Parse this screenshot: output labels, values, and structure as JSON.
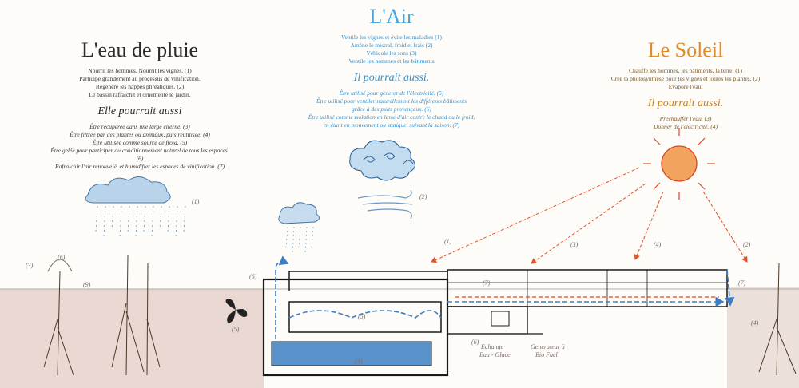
{
  "left": {
    "title": "L'eau de pluie",
    "lines": [
      "Nourrit les hommes. Nourrit les vignes. (1)",
      "Participe grandement au processus de vinification.",
      "Regénère les nappes phréatiques. (2)",
      "Le bassin rafraichit et ornemente le jardin."
    ],
    "subtitle": "Elle pourrait aussi",
    "sublines": [
      "Être récuperee dans une large citerne. (3)",
      "Être filtrée par des plantes ou animaux, puis réutilisée. (4)",
      "Être utilisée comme source de froid. (5)",
      "Être gelée pour participer au conditionnement naturel de tous les espaces. (6)",
      "Rafraichir l'air renouvelé, et humidifier les espaces de vinification. (7)"
    ]
  },
  "middle": {
    "title": "L'Air",
    "lines": [
      "Ventile les vignes et évite les maladies (1)",
      "Amène le mistral, froid et frais (2)",
      "Véhicule les sons (3)",
      "Ventile les hommes et les bâtiments"
    ],
    "subtitle": "Il pourrait aussi.",
    "sublines": [
      "Être utilisé pour generer de l'électricité. (5)",
      "Être utilisé pour ventiler naturellement les différents bâtiments",
      "grâce à des puits provençaux. (6)",
      "Être utilisé comme isolation en lame d'air contre le chaud ou le froid,",
      "en étant en mouvement ou statique, suivant la saison. (7)"
    ]
  },
  "right": {
    "title": "Le Soleil",
    "lines": [
      "Chauffe les hommes, les bâtiments, la terre. (1)",
      "Crée la photosynthèse pour les vignes et toutes les plantes. (2)",
      "Evapore l'eau."
    ],
    "subtitle": "Il pourrait aussi.",
    "sublines": [
      "Préchauffer l'eau. (3)",
      "Donner de l'électricité. (4)"
    ]
  },
  "labels": {
    "echange": "Echange",
    "eau_glace": "Eau - Glace",
    "generateur": "Generateur à",
    "bio_fuel": "Bio Fuel",
    "n1": "(1)",
    "n2": "(2)",
    "n3": "(3)",
    "n4": "(4)",
    "n5": "(5)",
    "n6": "(6)",
    "n7": "(7)",
    "n9": "(9)"
  },
  "colors": {
    "water": "#3d7fc4",
    "sun": "#e0522a",
    "ink": "#1a1a1a",
    "soil": "#c7a89a"
  }
}
